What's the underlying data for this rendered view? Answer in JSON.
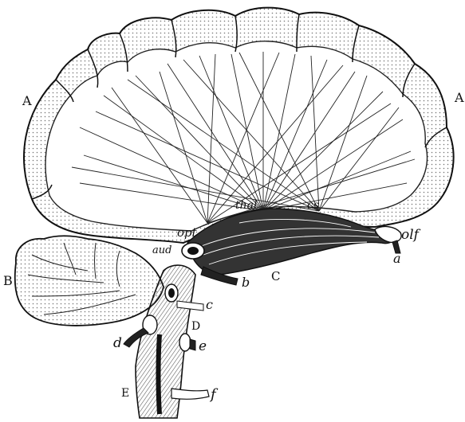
{
  "labels": {
    "A_left": "A",
    "A_right": "A",
    "B": "B",
    "C": "C",
    "D": "D",
    "E": "E",
    "a": "a",
    "b": "b",
    "c": "c",
    "d": "d",
    "e": "e",
    "f": "f",
    "olf": "olf",
    "opt": "opt",
    "aud": "aud",
    "thal": "thal",
    "cs": "cs"
  },
  "colors": {
    "ink": "#111111",
    "paper": "#ffffff",
    "cortex_fill": "#d9d9d9"
  }
}
